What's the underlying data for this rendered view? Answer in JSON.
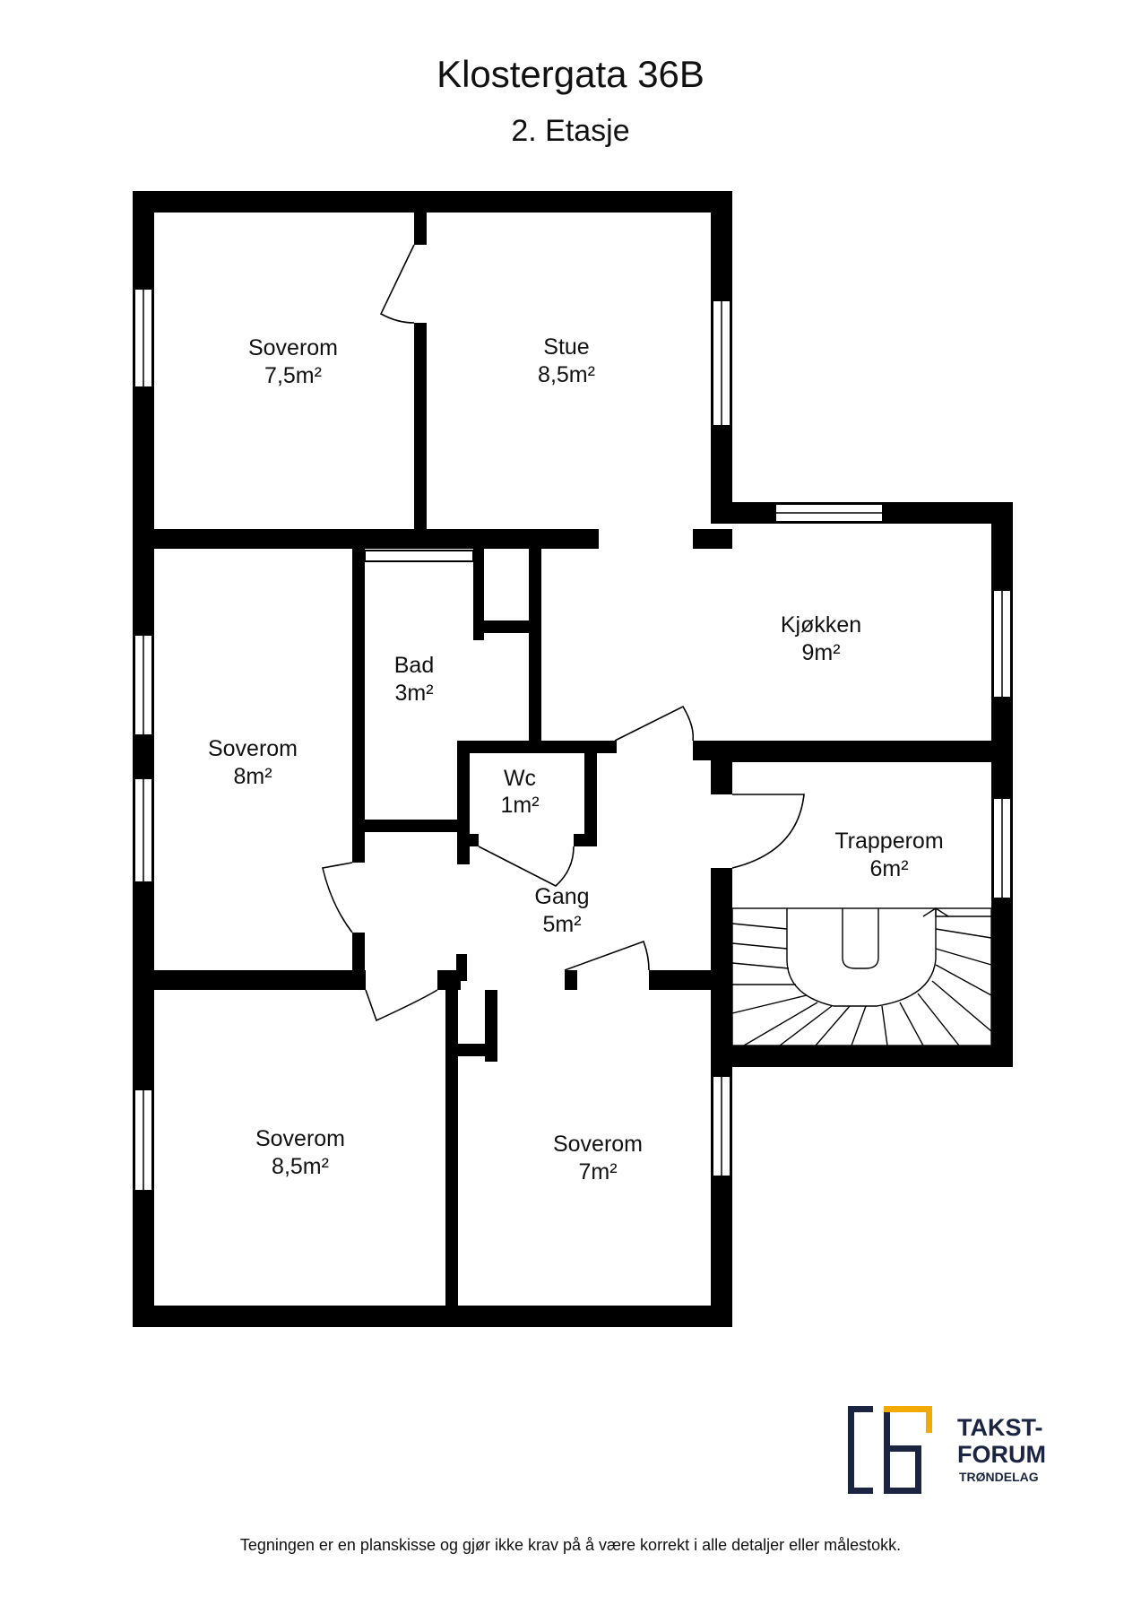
{
  "header": {
    "title": "Klostergata 36B",
    "subtitle": "2. Etasje"
  },
  "rooms": {
    "soverom_nw": {
      "name": "Soverom",
      "area": "7,5m²"
    },
    "stue": {
      "name": "Stue",
      "area": "8,5m²"
    },
    "kjokken": {
      "name": "Kjøkken",
      "area": "9m²"
    },
    "bad": {
      "name": "Bad",
      "area": "3m²"
    },
    "soverom_w": {
      "name": "Soverom",
      "area": "8m²"
    },
    "wc": {
      "name": "Wc",
      "area": "1m²"
    },
    "trapperom": {
      "name": "Trapperom",
      "area": "6m²"
    },
    "gang": {
      "name": "Gang",
      "area": "5m²"
    },
    "soverom_sw": {
      "name": "Soverom",
      "area": "8,5m²"
    },
    "soverom_s": {
      "name": "Soverom",
      "area": "7m²"
    }
  },
  "logo": {
    "line1": "TAKST-",
    "line2": "FORUM",
    "line3": "TRØNDELAG",
    "color_dark": "#1b2441",
    "color_accent": "#f2a900"
  },
  "footer": {
    "disclaimer": "Tegningen er en planskisse og gjør ikke krav på å være korrekt i alle detaljer eller målestokk."
  }
}
